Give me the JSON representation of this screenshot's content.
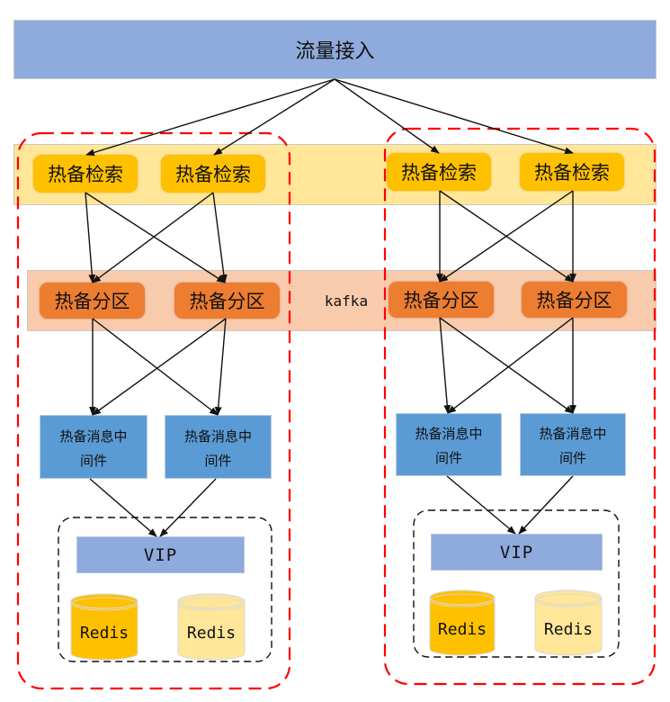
{
  "diagram": {
    "title": "流量接入",
    "middleware_label": "kafka",
    "colors": {
      "traffic": "#8faadc",
      "search_band": "#ffe699",
      "search_node": "#ffc000",
      "partition_band": "#f8cbad",
      "partition_node": "#ed7d31",
      "mq_node": "#5b9bd5",
      "vip": "#8faadc",
      "redis_primary": "#ffc000",
      "redis_backup": "#ffe699",
      "cluster_border": "#ff0000",
      "group_border": "#000000"
    },
    "clusters": [
      {
        "search_nodes": [
          "热备检索",
          "热备检索"
        ],
        "partition_nodes": [
          "热备分区",
          "热备分区"
        ],
        "mq_nodes": [
          {
            "line1": "热备消息中",
            "line2": "间件"
          },
          {
            "line1": "热备消息中",
            "line2": "间件"
          }
        ],
        "vip": "VIP",
        "redis": [
          {
            "label": "Redis",
            "role": "primary"
          },
          {
            "label": "Redis",
            "role": "backup"
          }
        ]
      },
      {
        "search_nodes": [
          "热备检索",
          "热备检索"
        ],
        "partition_nodes": [
          "热备分区",
          "热备分区"
        ],
        "mq_nodes": [
          {
            "line1": "热备消息中",
            "line2": "间件"
          },
          {
            "line1": "热备消息中",
            "line2": "间件"
          }
        ],
        "vip": "VIP",
        "redis": [
          {
            "label": "Redis",
            "role": "primary"
          },
          {
            "label": "Redis",
            "role": "backup"
          }
        ]
      }
    ],
    "edges": [
      {
        "from": "traffic",
        "to": "cluster0.search0"
      },
      {
        "from": "traffic",
        "to": "cluster0.search1"
      },
      {
        "from": "traffic",
        "to": "cluster1.search0"
      },
      {
        "from": "traffic",
        "to": "cluster1.search1"
      },
      {
        "from": "search0",
        "to": "partition0"
      },
      {
        "from": "search0",
        "to": "partition1"
      },
      {
        "from": "search1",
        "to": "partition0"
      },
      {
        "from": "search1",
        "to": "partition1"
      },
      {
        "from": "partition0",
        "to": "mq0"
      },
      {
        "from": "partition0",
        "to": "mq1"
      },
      {
        "from": "partition1",
        "to": "mq0"
      },
      {
        "from": "partition1",
        "to": "mq1"
      },
      {
        "from": "mq0",
        "to": "vip"
      },
      {
        "from": "mq1",
        "to": "vip"
      }
    ]
  }
}
